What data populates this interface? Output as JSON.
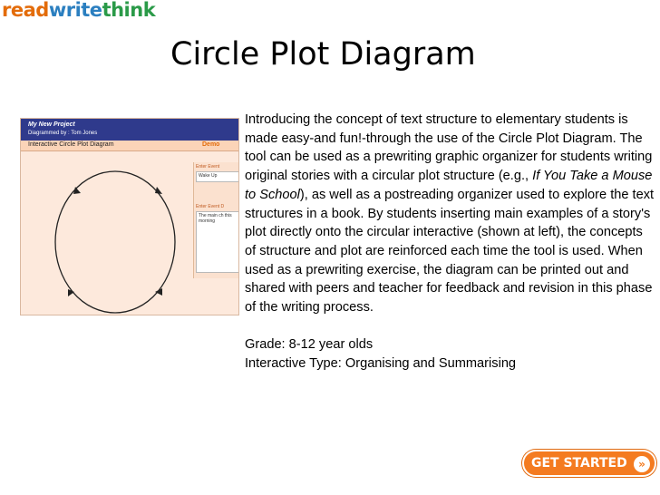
{
  "logo": {
    "read": "read",
    "write": "write",
    "think": "think"
  },
  "title": "Circle Plot Diagram",
  "thumbnail": {
    "project": "My New Project",
    "diagrammed_by": "Diagrammed by :  Tom Jones",
    "tool_title": "Interactive Circle Plot Diagram",
    "demo": "Demo",
    "event_label_1": "Enter Event",
    "event_value_1": "Wake Up",
    "event_label_2": "Enter Event D",
    "event_value_2": "The main ch this morning"
  },
  "body": {
    "p1_a": "Introducing the concept of text structure to elementary students is made easy-and fun!-through the use of the Circle Plot Diagram. The tool can be used as a prewriting graphic organizer for students writing original stories with a circular plot structure (e.g., ",
    "p1_italic": "If You Take a Mouse to School",
    "p1_b": "), as well as a postreading organizer used to explore the text structures in a book. By students inserting main examples of a story's plot directly onto the circular interactive (shown at left), the concepts of structure and plot are reinforced each time the tool is used. When used as a prewriting exercise, the diagram can be printed out and shared with peers and teacher for feedback and revision in this phase of the writing process.",
    "grade": "Grade: 8-12 year olds",
    "type": "Interactive Type: Organising and Summarising"
  },
  "button": {
    "label": "GET STARTED",
    "arrow": "»"
  },
  "colors": {
    "logo_read": "#e36c0a",
    "logo_write": "#2b7fc0",
    "logo_think": "#2a9a48",
    "button": "#f47b20"
  }
}
